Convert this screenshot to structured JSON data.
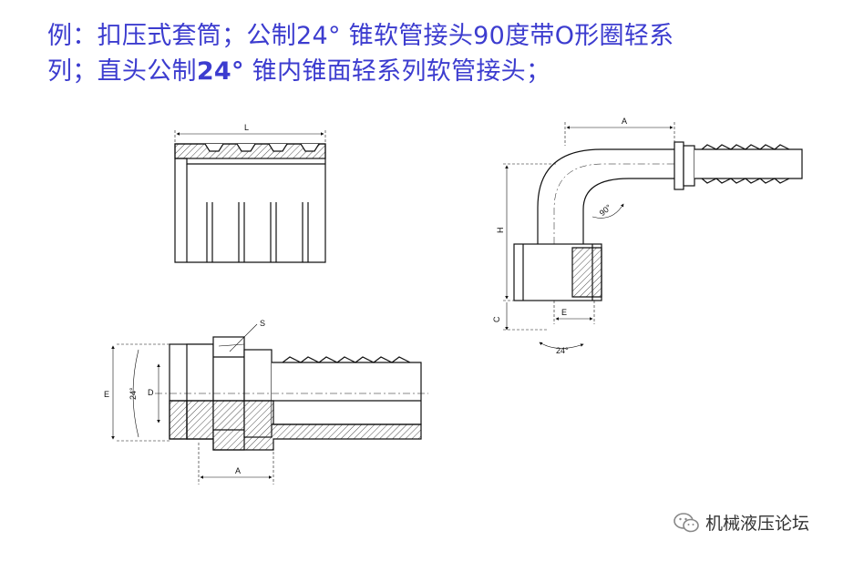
{
  "heading": {
    "line1": "例：扣压式套筒；公制24° 锥软管接头90度带O形圈轻系",
    "line2_prefix": "列；直头公制",
    "line2_bold": "24°",
    "line2_suffix": " 锥内锥面轻系列软管接头；"
  },
  "ferrule": {
    "dim_length": "L"
  },
  "straight_fitting": {
    "dim_s": "S",
    "dim_e": "E",
    "dim_angle": "24°",
    "dim_d": "D",
    "dim_a": "A"
  },
  "elbow_fitting": {
    "dim_a": "A",
    "dim_angle_90": "90°",
    "dim_h": "H",
    "dim_c": "C",
    "dim_e": "E",
    "dim_angle_24": "24°"
  },
  "watermark": {
    "text": "机械液压论坛",
    "icon": "wechat-icon"
  }
}
